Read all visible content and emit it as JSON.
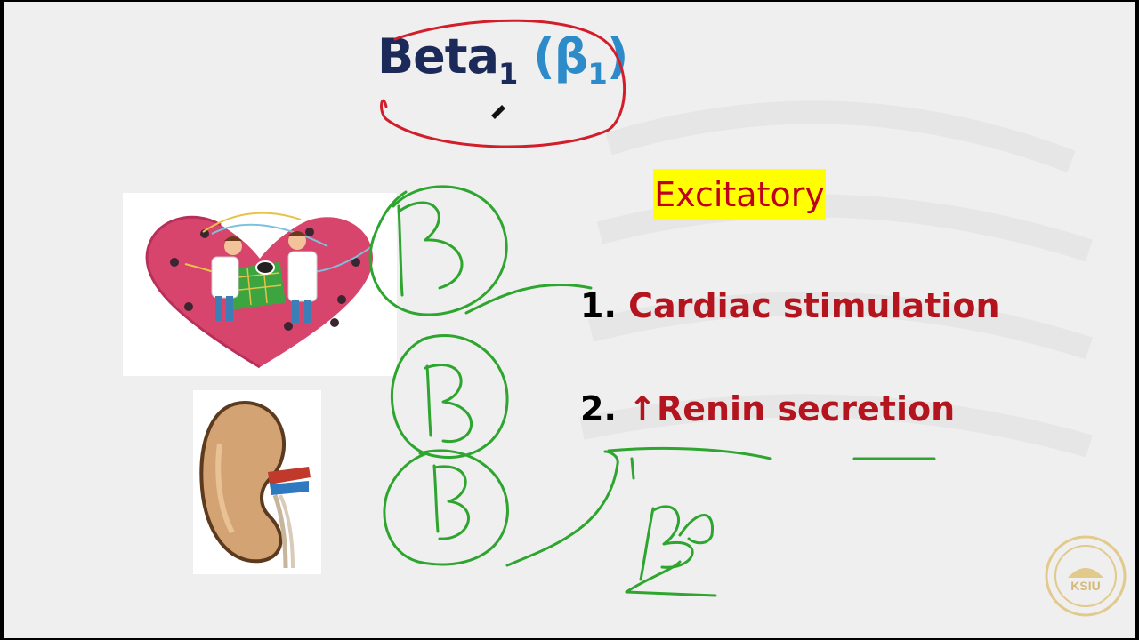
{
  "slide": {
    "title": {
      "prefix": "Beta",
      "sub": "1",
      "symbol_open": "(β",
      "symbol_sub": "1",
      "symbol_close": ")"
    },
    "highlight": "Excitatory",
    "items": [
      {
        "number": "1.",
        "arrow": "",
        "text": "Cardiac stimulation"
      },
      {
        "number": "2.",
        "arrow": "↑",
        "text": "Renin secretion"
      }
    ],
    "logo_text": "KSIU"
  },
  "colors": {
    "slide_bg": "#efefef",
    "title_dark": "#1c2a5a",
    "title_blue": "#2e8bc9",
    "highlight_bg": "#ffff00",
    "item_red": "#b3141d",
    "ink_green": "#2ea52e",
    "ink_red": "#d21e2a"
  }
}
